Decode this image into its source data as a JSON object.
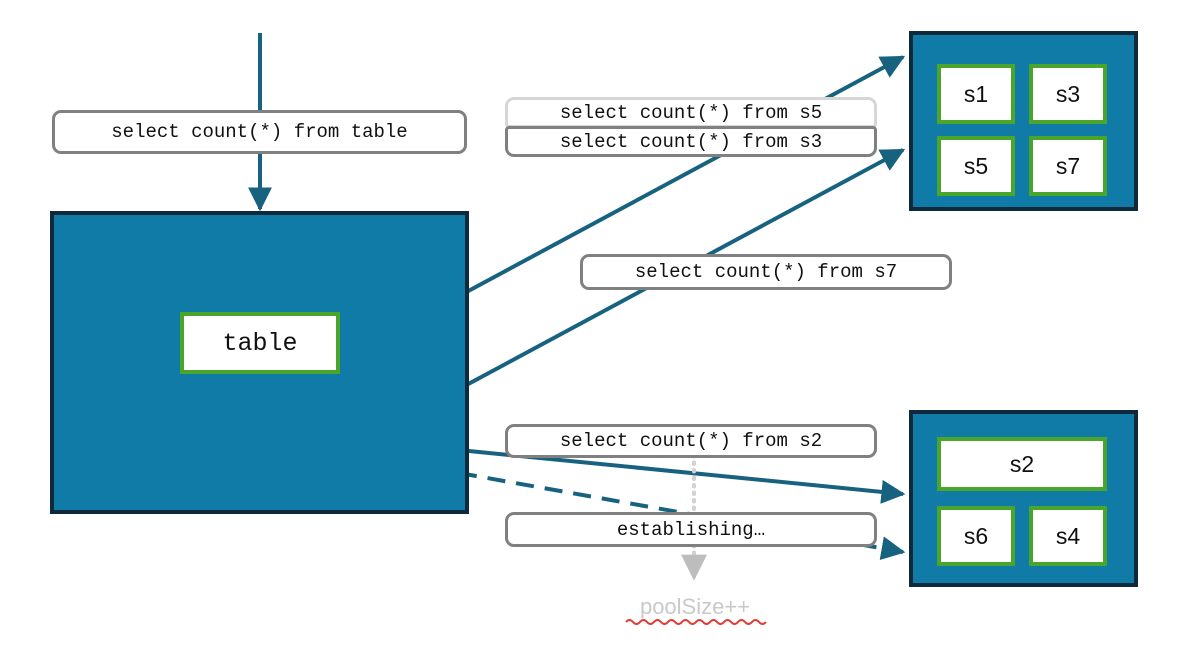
{
  "diagram": {
    "title": "connection pool query routing diagram",
    "background": "#ffffff",
    "colors": {
      "pool_fill": "#0f7ba6",
      "pool_border": "#0d2a3d",
      "node_border": "#4aa62b",
      "node_fill": "#ffffff",
      "arrow": "#17627f",
      "label_border": "#808080",
      "label_border_light": "#d6d6d6",
      "muted_text": "#c9c9c9",
      "spellcheck_underline": "#e53935"
    }
  },
  "source": {
    "query_label": "select count(*) from table",
    "container_name": "table-pool",
    "node_label": "table"
  },
  "pools": [
    {
      "name": "pool-top",
      "servers": [
        {
          "label": "s1"
        },
        {
          "label": "s3"
        },
        {
          "label": "s5"
        },
        {
          "label": "s7"
        }
      ]
    },
    {
      "name": "pool-bottom",
      "servers": [
        {
          "label": "s2"
        },
        {
          "label": "s6"
        },
        {
          "label": "s4"
        }
      ]
    }
  ],
  "queries": [
    {
      "id": "s5",
      "label": "select count(*) from s5",
      "style": "light"
    },
    {
      "id": "s3",
      "label": "select count(*) from s3",
      "style": "normal"
    },
    {
      "id": "s7",
      "label": "select count(*) from s7",
      "style": "normal"
    },
    {
      "id": "s2",
      "label": "select count(*) from s2",
      "style": "normal"
    }
  ],
  "status": {
    "establishing_label": "establishing…",
    "poolsize_label": "poolSize++"
  }
}
